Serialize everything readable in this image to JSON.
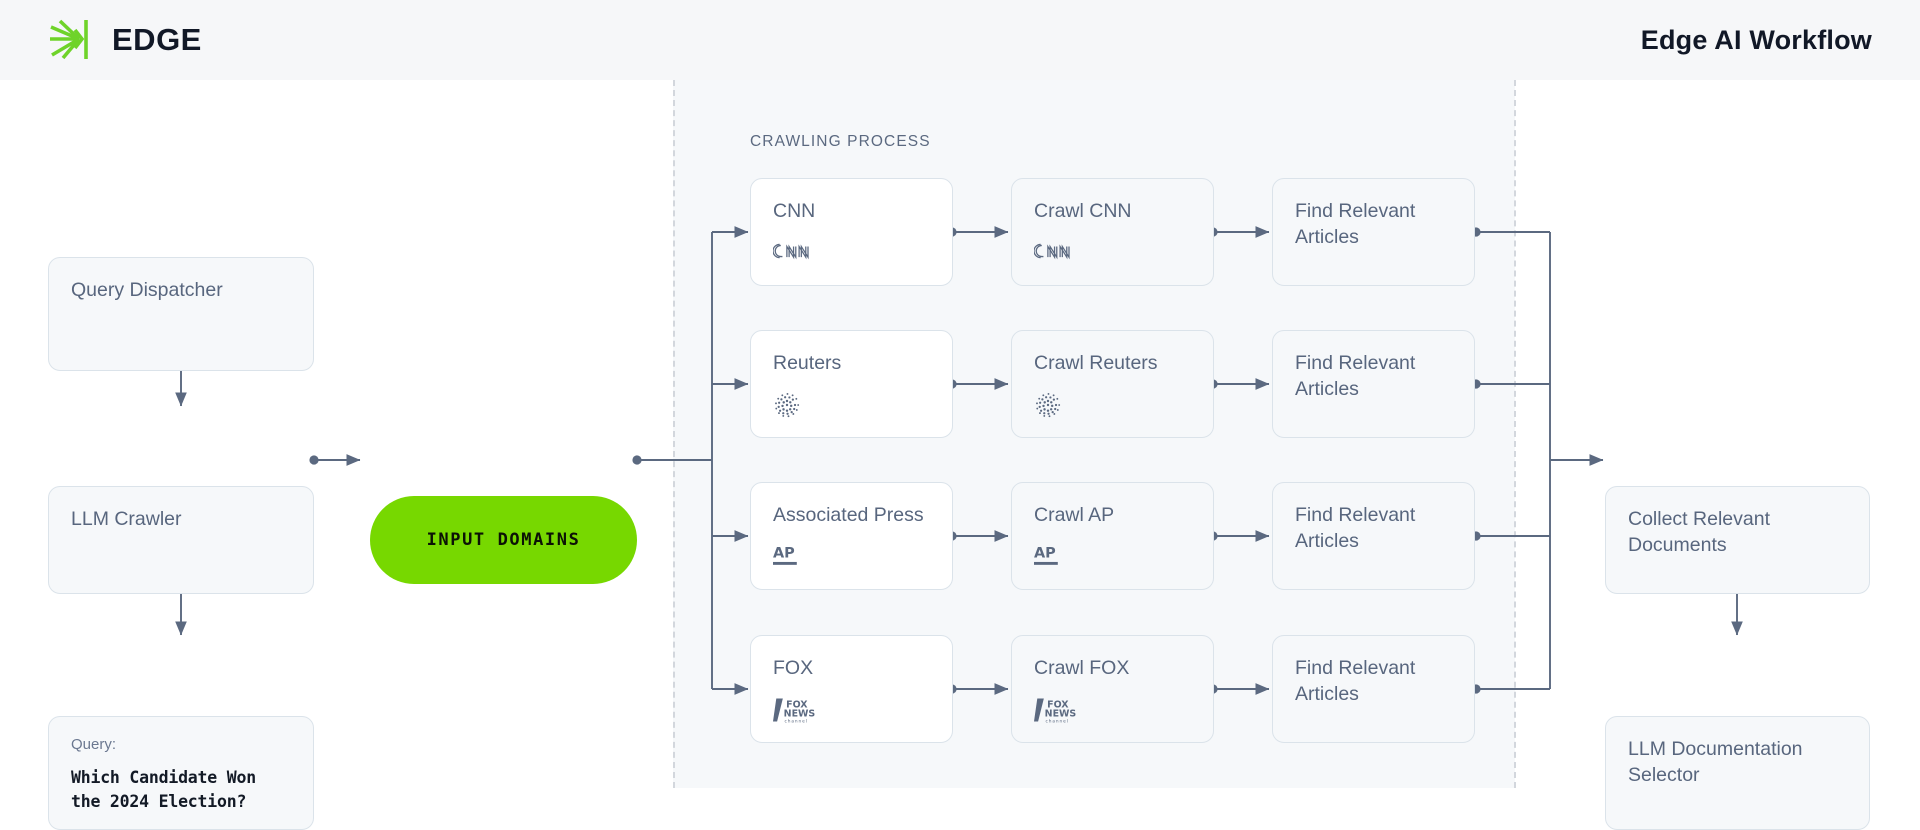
{
  "header": {
    "brand_name": "EDGE",
    "logo_icon": "edge-fan-arrow-icon",
    "page_title": "Edge AI Workflow"
  },
  "canvas": {
    "section_label": "CRAWLING PROCESS",
    "accent_color": "#77d800",
    "node_border_color": "#dbe3ea",
    "node_fill_color": "#f6f8fa",
    "text_color": "#58667e",
    "band_color": "#f6f8fa",
    "divider_color": "#d3d7dd"
  },
  "left_column": {
    "query_dispatcher": {
      "label": "Query Dispatcher"
    },
    "llm_crawler": {
      "label": "LLM Crawler"
    },
    "query_card": {
      "label": "Query:",
      "text": "Which Candidate Won the 2024 Election?"
    }
  },
  "input_pill": {
    "label": "INPUT DOMAINS"
  },
  "sources": [
    {
      "label": "CNN",
      "logo": "cnn-logo",
      "crawl_label": "Crawl CNN",
      "result_label": "Find Relevant Articles"
    },
    {
      "label": "Reuters",
      "logo": "reuters-logo",
      "crawl_label": "Crawl Reuters",
      "result_label": "Find Relevant Articles"
    },
    {
      "label": "Associated Press",
      "logo": "ap-logo",
      "crawl_label": "Crawl AP",
      "result_label": "Find Relevant Articles"
    },
    {
      "label": "FOX",
      "logo": "fox-logo",
      "crawl_label": "Crawl FOX",
      "result_label": "Find Relevant Articles"
    }
  ],
  "right_column": {
    "collect": {
      "label": "Collect Relevant Documents"
    },
    "selector": {
      "label": "LLM Documentation Selector"
    }
  }
}
